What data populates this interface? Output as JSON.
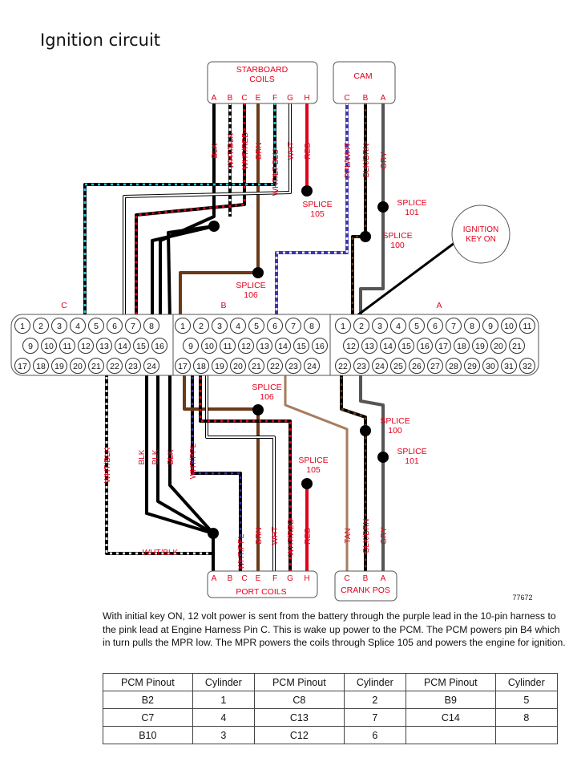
{
  "page_title": "Ignition circuit",
  "figure_number": "77672",
  "connectors": {
    "starboard_coils": {
      "name": "STARBOARD\nCOILS",
      "pins": [
        "A",
        "B",
        "C",
        "E",
        "F",
        "G",
        "H"
      ]
    },
    "cam": {
      "name": "CAM",
      "pins": [
        "C",
        "B",
        "A"
      ]
    },
    "port_coils": {
      "name": "PORT COILS",
      "pins": [
        "A",
        "B",
        "C",
        "E",
        "F",
        "G",
        "H"
      ]
    },
    "crank_pos": {
      "name": "CRANK POS",
      "pins": [
        "C",
        "B",
        "A"
      ]
    },
    "ignition_key": {
      "name": "IGNITION\nKEY ON"
    }
  },
  "pcm_sections": [
    "C",
    "B",
    "A"
  ],
  "pcm_pins": {
    "C": [
      [
        "1",
        "2",
        "3",
        "4",
        "5",
        "6",
        "7",
        "8"
      ],
      [
        "9",
        "10",
        "11",
        "12",
        "13",
        "14",
        "15",
        "16"
      ],
      [
        "17",
        "18",
        "19",
        "20",
        "21",
        "22",
        "23",
        "24"
      ]
    ],
    "B": [
      [
        "1",
        "2",
        "3",
        "4",
        "5",
        "6",
        "7",
        "8"
      ],
      [
        "9",
        "10",
        "11",
        "12",
        "13",
        "14",
        "15",
        "16"
      ],
      [
        "17",
        "18",
        "19",
        "20",
        "21",
        "22",
        "23",
        "24"
      ]
    ],
    "A": [
      [
        "1",
        "2",
        "3",
        "4",
        "5",
        "6",
        "7",
        "8",
        "9",
        "10",
        "11"
      ],
      [
        "12",
        "13",
        "14",
        "15",
        "16",
        "17",
        "18",
        "19",
        "20",
        "21"
      ],
      [
        "22",
        "23",
        "24",
        "25",
        "26",
        "27",
        "28",
        "29",
        "30",
        "31",
        "32"
      ]
    ]
  },
  "wire_labels": {
    "top_starboard": [
      "BLK",
      "WHT/BLK",
      "WHT/RED",
      "BRN",
      "WHT/LT BLU",
      "WHT",
      "RED"
    ],
    "top_cam": [
      "PPL/WHT",
      "BLK/BRN",
      "GRY"
    ],
    "bottom_left": [
      "WHT/BLK",
      "BLK",
      "BLK",
      "BLK",
      "WHT/PPL"
    ],
    "bottom_port": [
      "WHT/PPL",
      "BRN",
      "WHT",
      "WHT/RED",
      "RED"
    ],
    "bottom_crank": [
      "TAN",
      "BLK/BRN",
      "GRY"
    ],
    "wht_blk_horizontal": "WHT/BLK"
  },
  "splices": {
    "top_105": "SPLICE\n105",
    "top_101": "SPLICE\n101",
    "top_100": "SPLICE\n100",
    "top_106": "SPLICE\n106",
    "bot_106": "SPLICE\n106",
    "bot_100": "SPLICE\n100",
    "bot_101": "SPLICE\n101",
    "bot_105": "SPLICE\n105"
  },
  "description": "With initial key ON, 12 volt power is sent from the battery through the purple lead in the 10-pin harness to the pink lead at Engine Harness Pin C. This is wake up power to the PCM. The PCM powers pin B4 which in turn pulls the MPR low. The MPR powers the coils through Splice 105 and powers the engine for ignition.",
  "table": {
    "headers": [
      "PCM Pinout",
      "Cylinder",
      "PCM Pinout",
      "Cylinder",
      "PCM Pinout",
      "Cylinder"
    ],
    "rows": [
      [
        "B2",
        "1",
        "C8",
        "2",
        "B9",
        "5"
      ],
      [
        "C7",
        "4",
        "C13",
        "7",
        "C14",
        "8"
      ],
      [
        "B10",
        "3",
        "C12",
        "6",
        "",
        ""
      ]
    ]
  },
  "colors": {
    "label_red": "#e3001b",
    "blk": "#000000",
    "brn": "#6b3a17",
    "red": "#e3001b",
    "lt_blu": "#29c6e0",
    "ppl": "#3d35a8",
    "gry": "#555555",
    "tan": "#a77c5e"
  }
}
